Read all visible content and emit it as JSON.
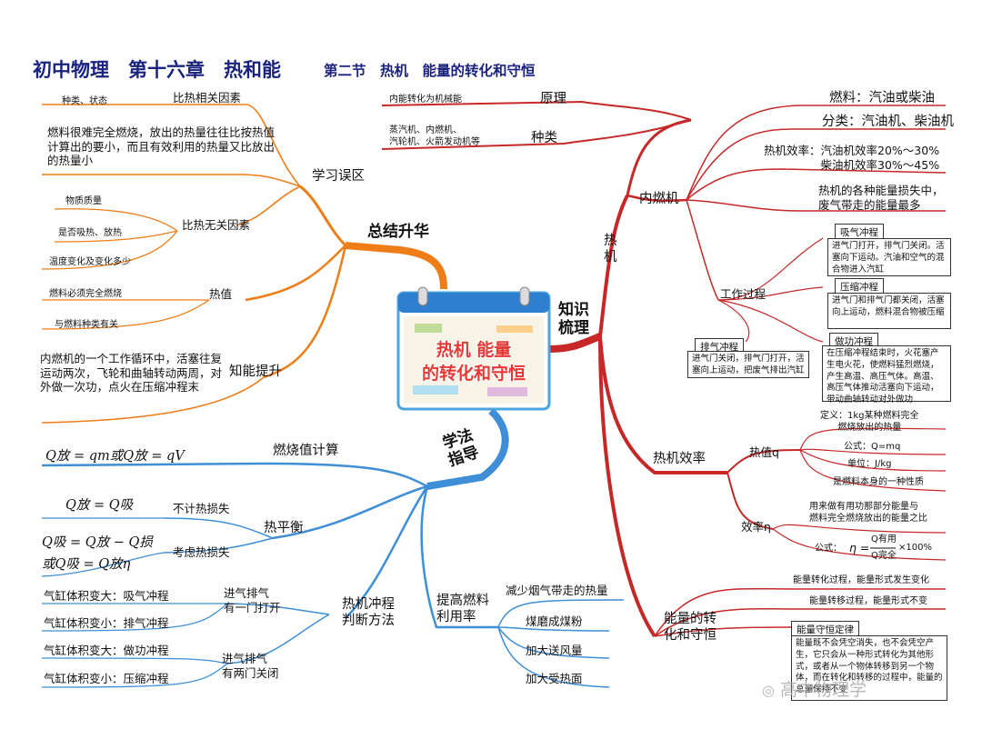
{
  "header": {
    "title": "初中物理　第十六章　热和能",
    "subtitle": "第二节　热机　能量的转化和守恒"
  },
  "center": {
    "line1": "热机 能量",
    "line2": "的转化和守恒"
  },
  "branches": {
    "knowledge": "知识\n梳理",
    "summary": "总结升华",
    "method": "学法\n指导"
  },
  "heat_engine": {
    "label": "热\n机",
    "principle": {
      "label": "原理",
      "detail": "内能转化为机械能"
    },
    "types": {
      "label": "种类",
      "detail": "蒸汽机、内燃机、\n汽轮机、火箭发动机等"
    },
    "ice": {
      "label": "内燃机",
      "fuel": "燃料：汽油或柴油",
      "classify": "分类：汽油机、柴油机",
      "efficiency": "热机效率：汽油机效率20%～30%\n　　　　　柴油机效率30%～45%",
      "loss": "热机的各种能量损失中，\n废气带走的能量最多",
      "process_label": "工作过程",
      "strokes": [
        {
          "title": "吸气冲程",
          "text": "进气门打开，排气门关闭。活塞向下运动。汽油和空气的混合物进入汽缸"
        },
        {
          "title": "压缩冲程",
          "text": "进气门和排气门都关闭，活塞向上运动，燃料混合物被压缩"
        },
        {
          "title": "做功冲程",
          "text": "在压缩冲程结束时，火花塞产生电火花，使燃料猛烈燃烧，产生高温、高压气体。高温、高压气体推动活塞向下运动，带动曲轴转动对外做功"
        },
        {
          "title": "排气冲程",
          "text": "进气门关闭，排气门打开，活塞向上运动，把废气排出汽缸"
        }
      ]
    }
  },
  "efficiency": {
    "label": "热机效率",
    "heat_value": {
      "label": "热值q",
      "definition": "定义：1kg某种燃料完全\n燃烧放出的热量",
      "formula": "公式：Q=mq",
      "unit": "单位：J/kg",
      "property": "是燃料本身的一种性质"
    },
    "eta": {
      "label": "效率η",
      "definition": "用来做有用功那部分能量与\n燃料完全燃烧放出的能量之比",
      "formula_label": "公式：",
      "formula_lhs": "η =",
      "formula_num": "Q有用",
      "formula_den": "Q完全",
      "formula_rhs": "×100%"
    }
  },
  "energy": {
    "label": "能量的转\n化和守恒",
    "conversion": "能量转化过程，能量形式发生变化",
    "transfer": "能量转移过程，能量形式不变",
    "law_title": "能量守恒定律",
    "law_text": "能量既不会凭空消失，也不会凭空产生，它只会从一种形式转化为其他形式，或者从一个物体转移到另一个物体，而在转化和转移的过程中，能量的总量保持不变"
  },
  "summary": {
    "mistakes": "学习误区",
    "related": "比热相关因素",
    "related_item": "种类、状态",
    "fuel_note": "燃料很难完全燃烧，放出的热量往往比按热值计算出的要小，而且有效利用的热量又比放出的热量小",
    "unrelated": "比热无关因素",
    "unrelated_items": [
      "物质质量",
      "是否吸热、放热",
      "温度变化及变化多少"
    ],
    "heat_value": "热值",
    "hv_items": [
      "燃料必须完全燃烧",
      "与燃料种类有关"
    ],
    "upgrade": "知能提升",
    "upgrade_text": "内燃机的一个工作循环中，活塞往复运动两次，飞轮和曲轴转动两周，对外做一次功，点火在压缩冲程末"
  },
  "method": {
    "combustion": "燃烧值计算",
    "combustion_formula": "Q放 = qm或Q放 = qV",
    "balance": "热平衡",
    "no_loss": "不计热损失",
    "no_loss_formula": "Q放 = Q吸",
    "with_loss": "考虑热损失",
    "with_loss_formula1": "Q吸 = Q放 − Q损",
    "with_loss_formula2": "或Q吸 = Q放η",
    "stroke_judge": "热机冲程\n判断方法",
    "one_open": "进气排气\n有一门打开",
    "two_closed": "进气排气\n有两门关闭",
    "judge_items": [
      "气缸体积变大：吸气冲程",
      "气缸体积变小：排气冲程",
      "气缸体积变大：做功冲程",
      "气缸体积变小：压缩冲程"
    ],
    "improve": "提高燃料\n利用率",
    "improve_items": [
      "减少烟气带走的热量",
      "煤磨成煤粉",
      "加大送风量",
      "加大受热面"
    ]
  },
  "watermark": "高中物理学",
  "colors": {
    "red": "#c62828",
    "orange": "#ef7d17",
    "blue": "#3f8ed8",
    "title": "#1a237e"
  }
}
